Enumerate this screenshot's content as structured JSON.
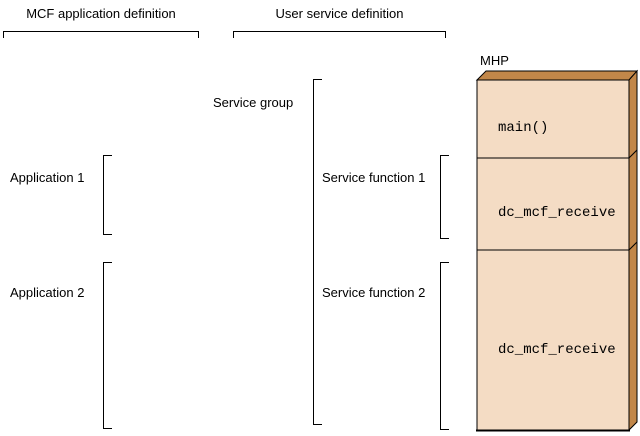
{
  "diagram": {
    "headers": [
      {
        "label": "MCF application definition"
      },
      {
        "label": "User service definition"
      }
    ],
    "left_column": {
      "items": [
        {
          "label": "Application 1"
        },
        {
          "label": "Application 2"
        }
      ]
    },
    "middle_column": {
      "service_group_label": "Service group",
      "items": [
        {
          "label": "Service function 1"
        },
        {
          "label": "Service function 2"
        }
      ]
    },
    "mhp": {
      "title": "MHP",
      "sections": [
        {
          "label": "main()"
        },
        {
          "label": "dc_mcf_receive"
        },
        {
          "label": "dc_mcf_receive"
        }
      ]
    }
  },
  "colors": {
    "box-face": "#f4dcc4",
    "box-side": "#c28749",
    "line": "#000000",
    "bg": "#ffffff"
  }
}
